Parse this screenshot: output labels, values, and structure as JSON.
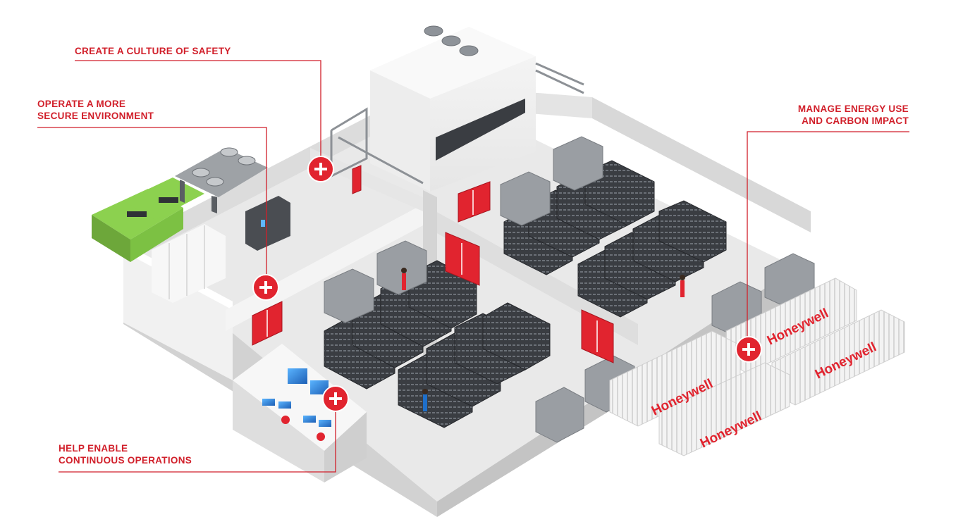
{
  "callouts": {
    "safety": {
      "line1": "CREATE A CULTURE OF SAFETY"
    },
    "secure": {
      "line1": "OPERATE A MORE",
      "line2": "SECURE ENVIRONMENT"
    },
    "energy": {
      "line1": "MANAGE ENERGY USE",
      "line2": "AND CARBON IMPACT"
    },
    "continuous": {
      "line1": "HELP ENABLE",
      "line2": "CONTINUOUS OPERATIONS"
    }
  },
  "brand": {
    "container_label": "Honeywell"
  },
  "colors": {
    "accent": "#d11f2a",
    "marker": "#e1242f",
    "floor": "#ececec",
    "wall": "#d9d9d9",
    "rack": "#3c3f44",
    "generator": "#7ac143",
    "container": "#f2f2f2"
  },
  "icons": {
    "marker": "plus-icon"
  }
}
